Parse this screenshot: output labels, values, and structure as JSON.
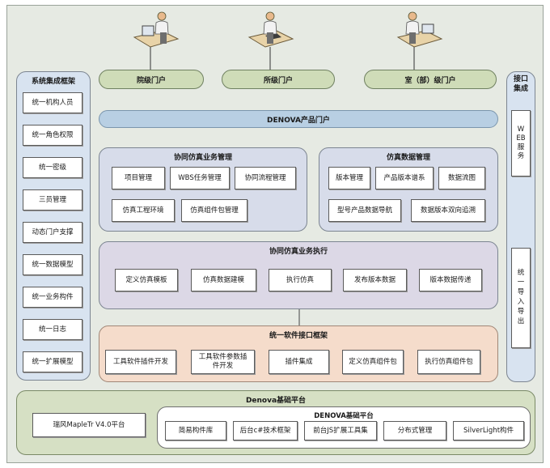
{
  "portals": {
    "institute": "院级门户",
    "office": "所级门户",
    "department": "室（部）级门户",
    "product": "DENOVA产品门户"
  },
  "left_panel": {
    "title": "系统集成框架",
    "items": [
      "统一机构人员",
      "统一角色权限",
      "统一密级",
      "三员管理",
      "动态门户支撑",
      "统一数据模型",
      "统一业务构件",
      "统一日志",
      "统一扩展模型"
    ]
  },
  "right_panel": {
    "title": "接口集成",
    "web_service": "WEB服务",
    "import_export": "统一导入导出"
  },
  "collab_mgmt": {
    "title": "协同仿真业务管理",
    "items": [
      "项目管理",
      "WBS任务管理",
      "协同流程管理",
      "仿真工程环境",
      "仿真组件包管理"
    ]
  },
  "data_mgmt": {
    "title": "仿真数据管理",
    "items": [
      "版本管理",
      "产品版本谱系",
      "数据流图",
      "型号产品数据导航",
      "数据版本双向追溯"
    ]
  },
  "collab_exec": {
    "title": "协同仿真业务执行",
    "steps": [
      "定义仿真模板",
      "仿真数据建模",
      "执行仿真",
      "发布版本数据",
      "版本数据传递"
    ]
  },
  "iface": {
    "title": "统一软件接口框架",
    "steps": [
      "工具软件插件开发",
      "工具软件参数插件开发",
      "插件集成",
      "定义仿真组件包",
      "执行仿真组件包"
    ]
  },
  "platform": {
    "title": "Denova基础平台",
    "maple": "瑞风MapleTr V4.0平台",
    "inner_title": "DENOVA基础平台",
    "items": [
      "简易构件库",
      "后台c#技术框架",
      "前台JS扩展工具集",
      "分布式管理",
      "SilverLight构件"
    ]
  },
  "colors": {
    "frame": "#e6eae3",
    "portal_green": "#cfdcb8",
    "product_blue": "#b8cfe3",
    "panel_blue": "#d7dcea",
    "exec_lavender": "#dcd8e6",
    "iface_peach": "#f5dccb",
    "platform_green": "#d6e0c4",
    "side_blue": "#d8e3f0"
  },
  "icons": [
    "person-at-desk-icon",
    "person-at-laptop-icon",
    "person-at-computer-icon"
  ]
}
